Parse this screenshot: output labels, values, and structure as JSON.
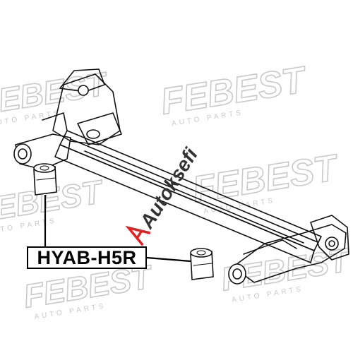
{
  "watermark": {
    "brand": "FEBEST",
    "tagline": "AUTO PARTS"
  },
  "overlay_mark": {
    "text": "Autoksefi",
    "color": "#333333",
    "accent_color": "#e02020"
  },
  "part_number": "HYAB-H5R"
}
